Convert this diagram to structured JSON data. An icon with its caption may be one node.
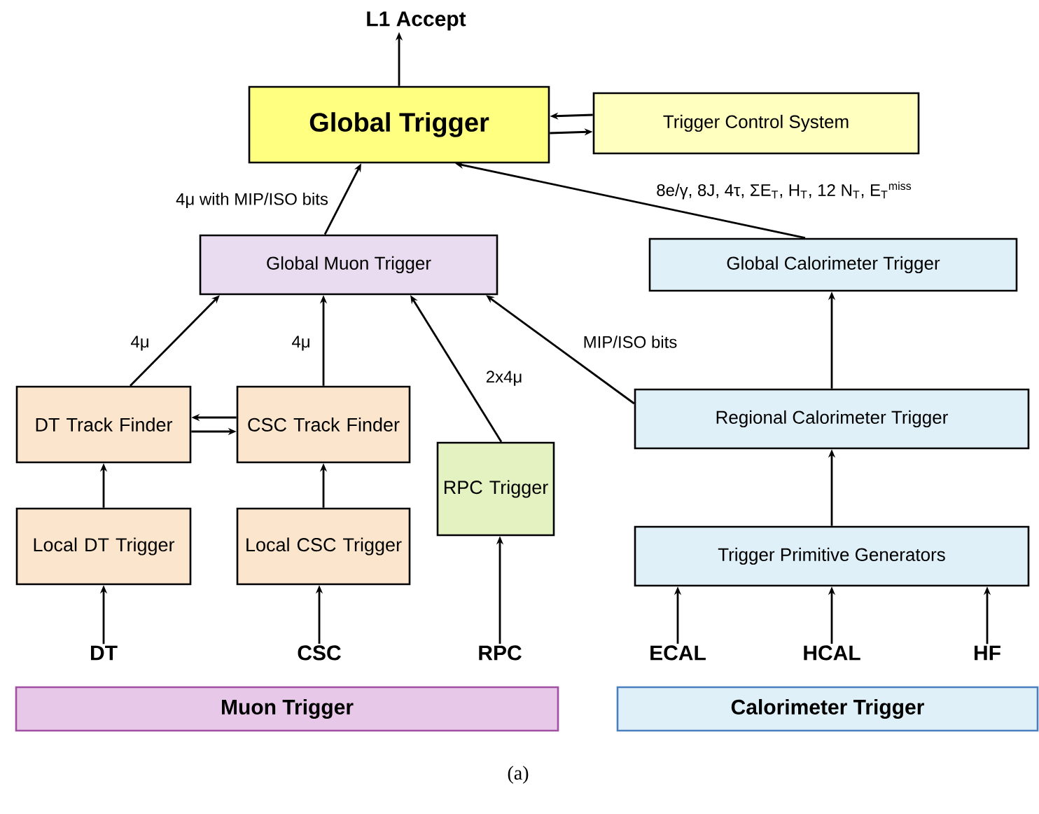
{
  "diagram": {
    "caption": "(a)",
    "nodes": [
      {
        "text": [
          "L1 Accept"
        ]
      },
      {
        "text": [
          "Global Trigger"
        ]
      },
      {
        "text": [
          "Trigger Control System"
        ]
      },
      {
        "text": [
          "Global Muon Trigger"
        ]
      },
      {
        "text": [
          "Global Calorimeter Trigger"
        ]
      },
      {
        "text": [
          "DT Track Finder"
        ]
      },
      {
        "text": [
          "CSC Track Finder"
        ]
      },
      {
        "text": [
          "RPC Trigger"
        ]
      },
      {
        "text": [
          "Regional Calorimeter Trigger"
        ]
      },
      {
        "text": [
          "Local DT Trigger"
        ]
      },
      {
        "text": [
          "Local CSC Trigger"
        ]
      },
      {
        "text": [
          "Trigger Primitive Generators"
        ]
      },
      {
        "text": [
          "DT"
        ]
      },
      {
        "text": [
          "CSC"
        ]
      },
      {
        "text": [
          "RPC"
        ]
      },
      {
        "text": [
          "ECAL"
        ]
      },
      {
        "text": [
          "HCAL"
        ]
      },
      {
        "text": [
          "HF"
        ]
      },
      {
        "text": [
          "Muon Trigger"
        ]
      },
      {
        "text": [
          "Calorimeter Trigger"
        ]
      }
    ],
    "edges": [
      {
        "from": 1,
        "to": 0,
        "arrow": "to"
      },
      {
        "from": 1,
        "to": 2,
        "arrow": "to"
      },
      {
        "from": 2,
        "to": 1,
        "arrow": "to"
      },
      {
        "from": 3,
        "to": 1,
        "arrow": "to",
        "label": "4μ with MIP/ISO bits"
      },
      {
        "from": 4,
        "to": 1,
        "arrow": "to",
        "label": "8e/γ, 8J, 4τ, ΣE$_{T}$, H$_{T}$, 12 N$_{T}$, E$_{T}$$^{miss}$"
      },
      {
        "from": 5,
        "to": 3,
        "arrow": "to",
        "label": "4μ"
      },
      {
        "from": 6,
        "to": 3,
        "arrow": "to",
        "label": "4μ"
      },
      {
        "from": 7,
        "to": 3,
        "arrow": "to",
        "label": "2x4μ"
      },
      {
        "from": 8,
        "to": 3,
        "arrow": "to",
        "label": "MIP/ISO bits"
      },
      {
        "from": 6,
        "to": 5,
        "arrow": "to"
      },
      {
        "from": 5,
        "to": 6,
        "arrow": "to"
      },
      {
        "from": 8,
        "to": 4,
        "arrow": "to"
      },
      {
        "from": 9,
        "to": 5,
        "arrow": "to"
      },
      {
        "from": 10,
        "to": 6,
        "arrow": "to"
      },
      {
        "from": 11,
        "to": 8,
        "arrow": "to"
      },
      {
        "from": 12,
        "to": 9,
        "arrow": "to"
      },
      {
        "from": 13,
        "to": 10,
        "arrow": "to"
      },
      {
        "from": 14,
        "to": 7,
        "arrow": "to"
      },
      {
        "from": 15,
        "to": 11,
        "arrow": "to"
      },
      {
        "from": 16,
        "to": 11,
        "arrow": "to"
      },
      {
        "from": 17,
        "to": 11,
        "arrow": "to"
      }
    ]
  }
}
